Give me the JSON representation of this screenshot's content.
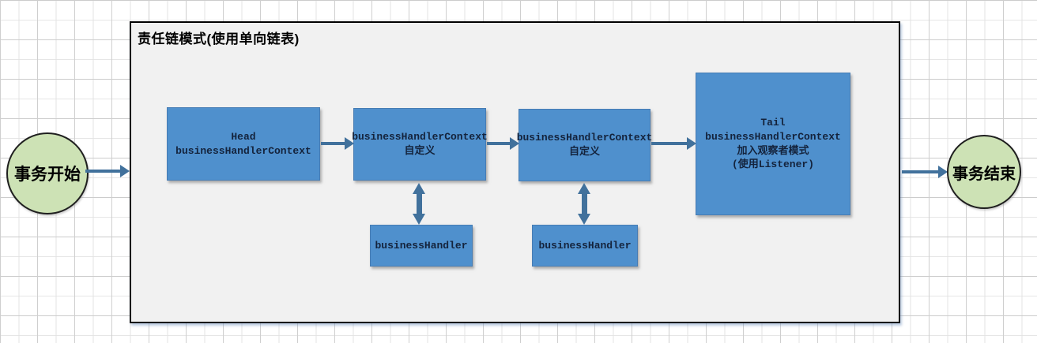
{
  "title": "责任链模式(使用单向链表)",
  "terminals": {
    "start": {
      "label": "事务开始"
    },
    "end": {
      "label": "事务结束"
    }
  },
  "chain": {
    "nodes": [
      {
        "id": "head",
        "label": "Head\nbusinessHandlerContext"
      },
      {
        "id": "context-1",
        "label": "businessHandlerContext\n自定义"
      },
      {
        "id": "context-2",
        "label": "businessHandlerContext\n自定义"
      },
      {
        "id": "tail",
        "label": "Tail\nbusinessHandlerContext\n加入观察者模式\n(使用Listener)"
      }
    ],
    "handlers": [
      {
        "label": "businessHandler"
      },
      {
        "label": "businessHandler"
      }
    ]
  },
  "arrows": [
    {
      "name": "start-to-chain",
      "direction": "right"
    },
    {
      "name": "head-to-context1",
      "direction": "right"
    },
    {
      "name": "context1-to-context2",
      "direction": "right"
    },
    {
      "name": "context2-to-tail",
      "direction": "right"
    },
    {
      "name": "chain-to-end",
      "direction": "right"
    },
    {
      "name": "context1-to-handler1",
      "direction": "both"
    },
    {
      "name": "context2-to-handler2",
      "direction": "both"
    }
  ],
  "colors": {
    "node_fill": "#4f90cd",
    "node_text": "#14233c",
    "arrow": "#41719c",
    "terminal_fill": "#cde2b5",
    "terminal_border": "#1f1f1f",
    "container_fill": "#f1f1f1",
    "container_border": "#000000",
    "grid_line": "#d9d9d9"
  }
}
